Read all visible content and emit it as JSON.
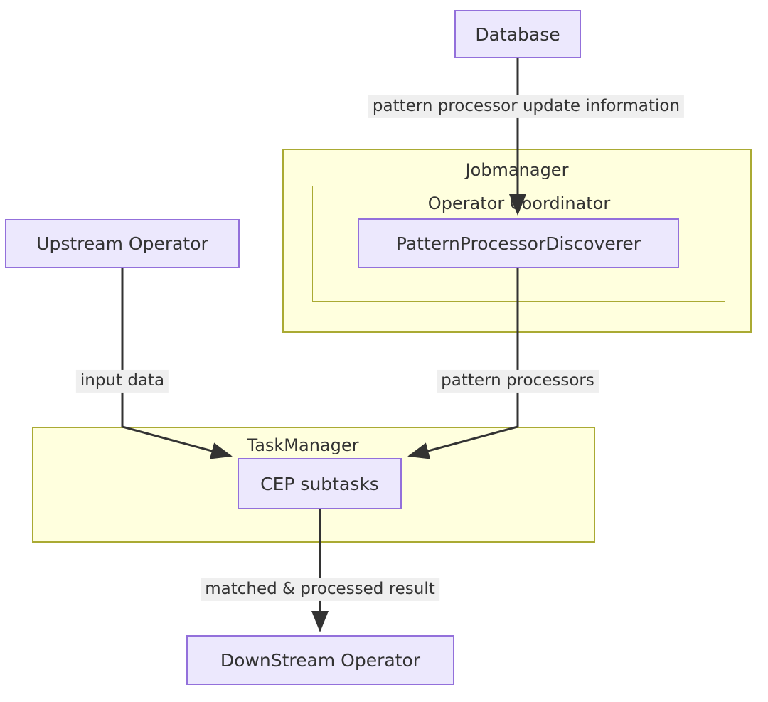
{
  "diagram": {
    "title": "Flink CEP dynamic pattern processor architecture",
    "type": "flowchart",
    "colors": {
      "node_fill": "#ECE8FD",
      "node_stroke": "#9370DB",
      "cluster_fill": "#FFFFDE",
      "cluster_stroke": "#AAAA33",
      "edge_stroke": "#333333",
      "edge_label_bg": "#EFEFEF",
      "text": "#333333",
      "background": "#FFFFFF"
    },
    "nodes": {
      "database": {
        "label": "Database"
      },
      "pattern_processor_discoverer": {
        "label": "PatternProcessorDiscoverer"
      },
      "upstream_operator": {
        "label": "Upstream Operator"
      },
      "cep_subtasks": {
        "label": "CEP subtasks"
      },
      "downstream_operator": {
        "label": "DownStream Operator"
      }
    },
    "clusters": {
      "jobmanager": {
        "label": "Jobmanager"
      },
      "operator_coordinator": {
        "label": "Operator Coordinator"
      },
      "taskmanager": {
        "label": "TaskManager"
      }
    },
    "edges": [
      {
        "id": "database-to-discoverer",
        "from": "database",
        "to": "pattern_processor_discoverer",
        "label": "pattern processor update information"
      },
      {
        "id": "upstream-to-cep",
        "from": "upstream_operator",
        "to": "cep_subtasks",
        "label": "input data"
      },
      {
        "id": "discoverer-to-cep",
        "from": "pattern_processor_discoverer",
        "to": "cep_subtasks",
        "label": "pattern processors"
      },
      {
        "id": "cep-to-downstream",
        "from": "cep_subtasks",
        "to": "downstream_operator",
        "label": "matched & processed result"
      }
    ]
  }
}
